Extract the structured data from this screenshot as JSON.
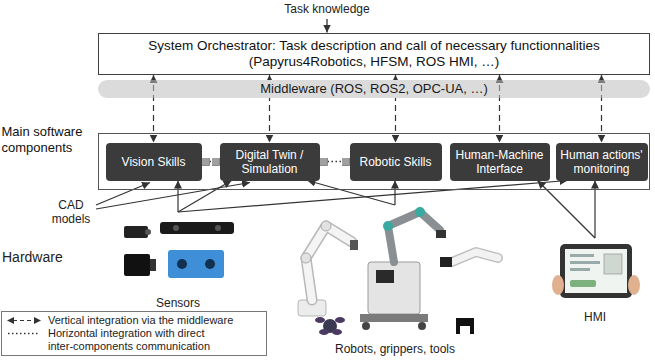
{
  "diagram": {
    "nodes": [
      {
        "text": [
          "System Orchestrator: Task description and call of necessary functionnalities (Papyrus4Robotics, HFSM, ROS HMI, …)"
        ]
      },
      {
        "text": [
          "Middleware (ROS, ROS2, OPC-UA, …)"
        ]
      },
      {
        "text": [
          "Main software components"
        ]
      },
      {
        "text": [
          "Vision Skills"
        ],
        "in": 2
      },
      {
        "text": [
          "Digital Twin / Simulation"
        ],
        "in": 2
      },
      {
        "text": [
          "Robotic Skills"
        ],
        "in": 2
      },
      {
        "text": [
          "Human-Machine Interface"
        ],
        "in": 2
      },
      {
        "text": [
          "Human actions' monitoring"
        ],
        "in": 2
      },
      {
        "text": [
          "Sensors"
        ]
      },
      {
        "text": [
          "Robots, grippers, tools"
        ]
      },
      {
        "text": [
          "HMI"
        ]
      }
    ],
    "edges": [
      {
        "from": 0,
        "to": 3,
        "arrow": "both"
      },
      {
        "from": 0,
        "to": 4,
        "arrow": "both"
      },
      {
        "from": 0,
        "to": 5,
        "arrow": "both"
      },
      {
        "from": 0,
        "to": 6,
        "arrow": "both"
      },
      {
        "from": 0,
        "to": 7,
        "arrow": "both"
      },
      {
        "from": 3,
        "to": 4,
        "arrow": "none"
      },
      {
        "from": 4,
        "to": 5,
        "arrow": "none"
      },
      {
        "from": 8,
        "to": 3,
        "arrow": "to"
      },
      {
        "from": 8,
        "to": 4,
        "arrow": "to"
      },
      {
        "from": 8,
        "to": 7,
        "arrow": "to"
      },
      {
        "from": 9,
        "to": 4,
        "arrow": "to"
      },
      {
        "from": 9,
        "to": 5,
        "arrow": "to"
      },
      {
        "from": 10,
        "to": 6,
        "arrow": "to"
      },
      {
        "from": 10,
        "to": 7,
        "arrow": "to"
      }
    ],
    "labels": [
      "Task knowledge",
      "CAD models",
      "Hardware"
    ],
    "legend": [
      {
        "text": "Vertical integration via the middleware"
      },
      {
        "text": "Horizontal integration with direct inter-components communication"
      }
    ]
  }
}
